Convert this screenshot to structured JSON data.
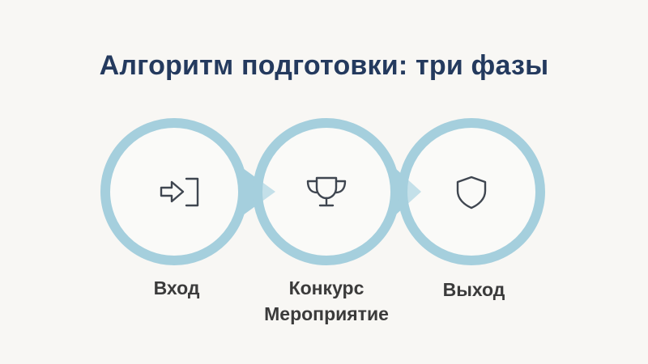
{
  "title": "Алгоритм подготовки: три фазы",
  "colors": {
    "background": "#f8f7f4",
    "title": "#243a5e",
    "ring": "#a5cfdd",
    "icon": "#3f4650",
    "label": "#3b3b3b"
  },
  "phases": [
    {
      "labels": [
        "Вход"
      ],
      "icon": "login-arrow-icon"
    },
    {
      "labels": [
        "Конкурс",
        "Мероприятие"
      ],
      "icon": "trophy-icon"
    },
    {
      "labels": [
        "Выход"
      ],
      "icon": "shield-icon"
    }
  ]
}
